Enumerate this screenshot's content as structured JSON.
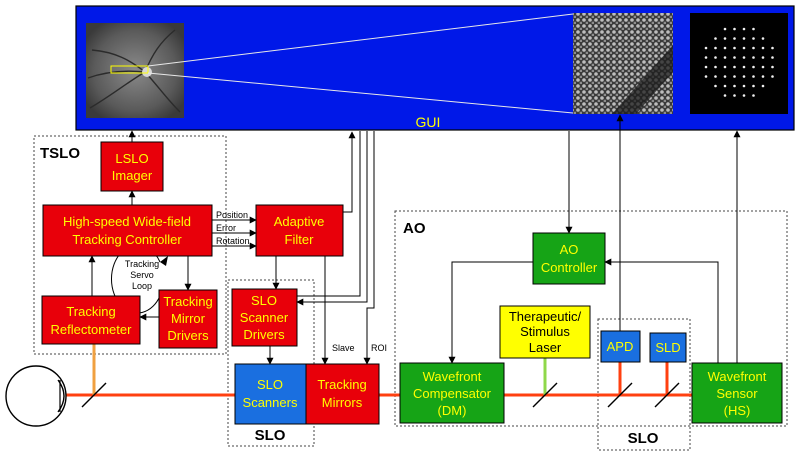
{
  "gui": {
    "label": "GUI",
    "background": "#0018e8"
  },
  "groups": {
    "tslo": "TSLO",
    "ao": "AO",
    "slo_left": "SLO",
    "slo_right": "SLO"
  },
  "blocks": {
    "lslo_imager": [
      "LSLO",
      "Imager"
    ],
    "tracking_controller": [
      "High-speed Wide-field",
      "Tracking Controller"
    ],
    "adaptive_filter": [
      "Adaptive",
      "Filter"
    ],
    "tracking_reflectometer": [
      "Tracking",
      "Reflectometer"
    ],
    "tracking_mirror_drivers": [
      "Tracking",
      "Mirror",
      "Drivers"
    ],
    "slo_scanner_drivers": [
      "SLO",
      "Scanner",
      "Drivers"
    ],
    "slo_scanners": [
      "SLO",
      "Scanners"
    ],
    "tracking_mirrors": [
      "Tracking",
      "Mirrors"
    ],
    "wavefront_compensator": [
      "Wavefront",
      "Compensator",
      "(DM)"
    ],
    "therapeutic_laser": [
      "Therapeutic/",
      "Stimulus",
      "Laser"
    ],
    "apd": [
      "APD"
    ],
    "sld": [
      "SLD"
    ],
    "ao_controller": [
      "AO",
      "Controller"
    ],
    "wavefront_sensor": [
      "Wavefront",
      "Sensor",
      "(HS)"
    ]
  },
  "signals": {
    "position": "Position",
    "error": "Error",
    "rotation": "Rotation",
    "servo_loop": [
      "Tracking",
      "Servo",
      "Loop"
    ],
    "slave": "Slave",
    "roi": "ROI"
  },
  "colors": {
    "red_block": "#e8000a",
    "red_text": "#ffff00",
    "green_block": "#16a416",
    "blue_block": "#1a6fe0",
    "yellow_block": "#ffff00",
    "beam_red": "#ff4010",
    "beam_orange": "#f0a040",
    "beam_green": "#8fd84a"
  },
  "icons": [
    "eye-icon",
    "fundus-image-icon",
    "cone-mosaic-image-icon",
    "spot-array-image-icon",
    "beam-splitter-icon"
  ]
}
